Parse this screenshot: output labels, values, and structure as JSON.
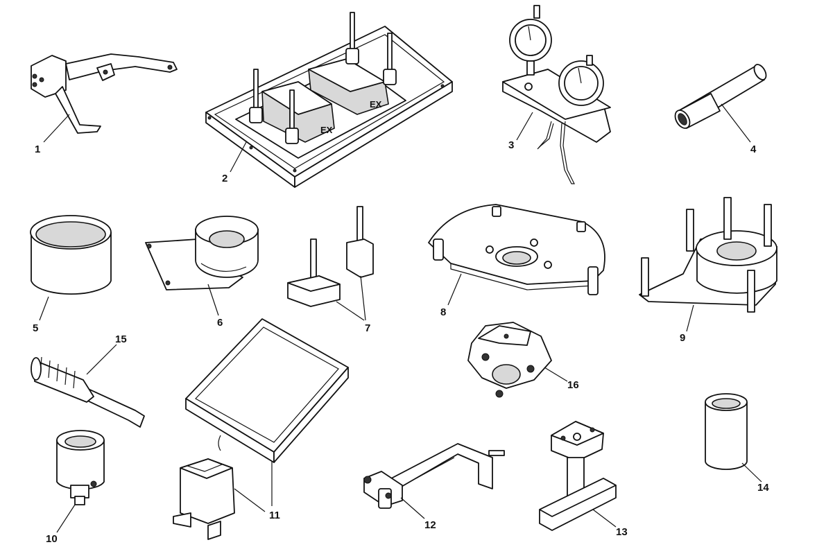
{
  "diagram": {
    "callouts": [
      {
        "id": "tool-1",
        "label": "1"
      },
      {
        "id": "tool-2",
        "label": "2"
      },
      {
        "id": "tool-3",
        "label": "3"
      },
      {
        "id": "tool-4",
        "label": "4"
      },
      {
        "id": "tool-5",
        "label": "5"
      },
      {
        "id": "tool-6",
        "label": "6"
      },
      {
        "id": "tool-7",
        "label": "7"
      },
      {
        "id": "tool-8",
        "label": "8"
      },
      {
        "id": "tool-9",
        "label": "9"
      },
      {
        "id": "tool-10",
        "label": "10"
      },
      {
        "id": "tool-11",
        "label": "11"
      },
      {
        "id": "tool-12",
        "label": "12"
      },
      {
        "id": "tool-13",
        "label": "13"
      },
      {
        "id": "tool-14",
        "label": "14"
      },
      {
        "id": "tool-15",
        "label": "15"
      },
      {
        "id": "tool-16",
        "label": "16"
      }
    ],
    "markings": {
      "plate_left": "EX",
      "plate_right": "EX"
    }
  }
}
